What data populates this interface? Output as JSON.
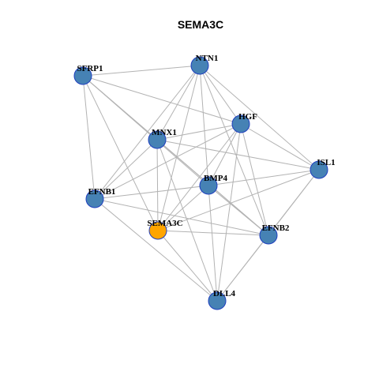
{
  "title": "SEMA3C",
  "colors": {
    "node_fill": "#4682b4",
    "focus_fill": "#ffa500",
    "node_stroke": "#1f3fbf",
    "edge": "#b3b3b3"
  },
  "nodes": [
    {
      "id": "SFRP1",
      "label": "SFRP1",
      "focus": false
    },
    {
      "id": "NTN1",
      "label": "NTN1",
      "focus": false
    },
    {
      "id": "HGF",
      "label": "HGF",
      "focus": false
    },
    {
      "id": "MNX1",
      "label": "MNX1",
      "focus": false
    },
    {
      "id": "ISL1",
      "label": "ISL1",
      "focus": false
    },
    {
      "id": "BMP4",
      "label": "BMP4",
      "focus": false
    },
    {
      "id": "EFNB1",
      "label": "EFNB1",
      "focus": false
    },
    {
      "id": "SEMA3C",
      "label": "SEMA3C",
      "focus": true
    },
    {
      "id": "EFNB2",
      "label": "EFNB2",
      "focus": false
    },
    {
      "id": "DLL4",
      "label": "DLL4",
      "focus": false
    }
  ],
  "edges": [
    [
      "SFRP1",
      "NTN1"
    ],
    [
      "SFRP1",
      "HGF"
    ],
    [
      "SFRP1",
      "MNX1"
    ],
    [
      "SFRP1",
      "BMP4"
    ],
    [
      "SFRP1",
      "EFNB1"
    ],
    [
      "SFRP1",
      "SEMA3C"
    ],
    [
      "SFRP1",
      "EFNB2"
    ],
    [
      "NTN1",
      "HGF"
    ],
    [
      "NTN1",
      "MNX1"
    ],
    [
      "NTN1",
      "ISL1"
    ],
    [
      "NTN1",
      "BMP4"
    ],
    [
      "NTN1",
      "EFNB1"
    ],
    [
      "NTN1",
      "SEMA3C"
    ],
    [
      "NTN1",
      "EFNB2"
    ],
    [
      "HGF",
      "MNX1"
    ],
    [
      "HGF",
      "ISL1"
    ],
    [
      "HGF",
      "BMP4"
    ],
    [
      "HGF",
      "EFNB1"
    ],
    [
      "HGF",
      "SEMA3C"
    ],
    [
      "HGF",
      "EFNB2"
    ],
    [
      "HGF",
      "DLL4"
    ],
    [
      "MNX1",
      "ISL1"
    ],
    [
      "MNX1",
      "EFNB1"
    ],
    [
      "MNX1",
      "SEMA3C"
    ],
    [
      "MNX1",
      "EFNB2"
    ],
    [
      "MNX1",
      "DLL4"
    ],
    [
      "ISL1",
      "BMP4"
    ],
    [
      "ISL1",
      "SEMA3C"
    ],
    [
      "ISL1",
      "EFNB2"
    ],
    [
      "ISL1",
      "DLL4"
    ],
    [
      "BMP4",
      "EFNB1"
    ],
    [
      "BMP4",
      "SEMA3C"
    ],
    [
      "BMP4",
      "DLL4"
    ],
    [
      "BMP4",
      "EFNB2"
    ],
    [
      "EFNB1",
      "EFNB2"
    ],
    [
      "EFNB1",
      "DLL4"
    ],
    [
      "SEMA3C",
      "EFNB2"
    ],
    [
      "SEMA3C",
      "DLL4"
    ],
    [
      "EFNB2",
      "DLL4"
    ]
  ]
}
